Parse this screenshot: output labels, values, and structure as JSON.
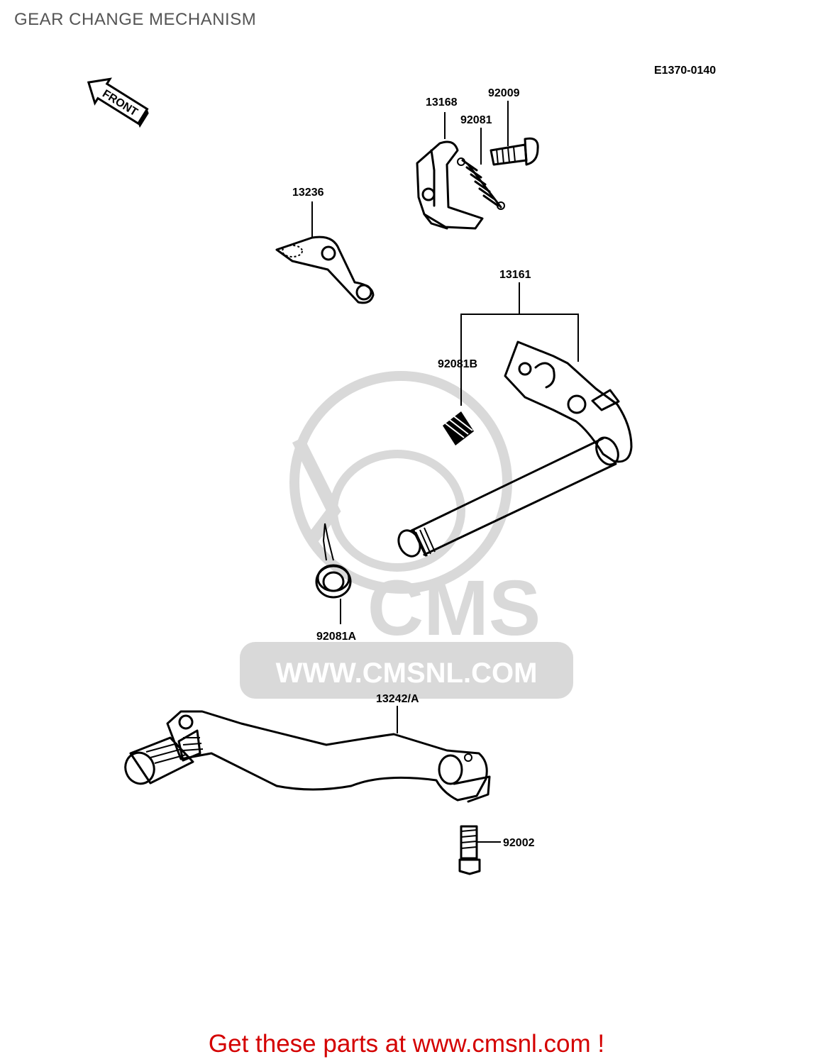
{
  "page": {
    "title": "GEAR CHANGE MECHANISM",
    "diagram_code": "E1370-0140",
    "front_label": "FRONT",
    "watermark_brand": "CMS",
    "watermark_url": "WWW.CMSNL.COM",
    "footer_text": "Get these parts at www.cmsnl.com !"
  },
  "parts": [
    {
      "number": "13168"
    },
    {
      "number": "92009"
    },
    {
      "number": "92081"
    },
    {
      "number": "13236"
    },
    {
      "number": "13161"
    },
    {
      "number": "92081B"
    },
    {
      "number": "92081A"
    },
    {
      "number": "13242/A"
    },
    {
      "number": "92002"
    }
  ],
  "colors": {
    "footer": "#d40000",
    "title": "#555555",
    "watermark": "#d9d9d9",
    "line": "#000000"
  }
}
